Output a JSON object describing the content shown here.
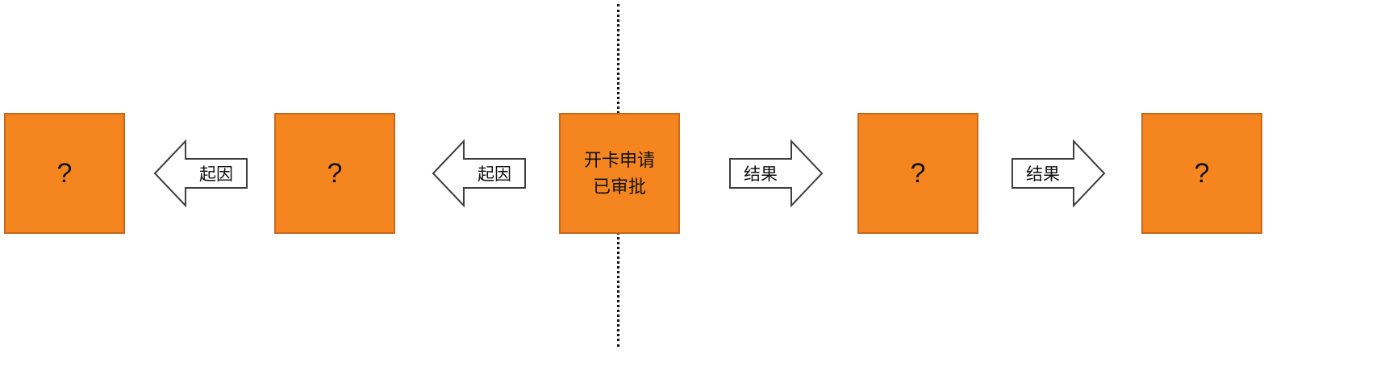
{
  "diagram": {
    "title": "causal-chain-diagram",
    "colors": {
      "node_fill": "#F5861F",
      "node_border": "#C9671A",
      "arrow_fill": "#FFFFFF",
      "arrow_border": "#3F3F3F",
      "divider": "#111111",
      "text": "#111111"
    },
    "nodes": [
      {
        "id": "cause-outer",
        "label": "?"
      },
      {
        "id": "cause-inner",
        "label": "?"
      },
      {
        "id": "central-event",
        "line1": "开卡申请",
        "line2": "已审批"
      },
      {
        "id": "effect-inner",
        "label": "?"
      },
      {
        "id": "effect-outer",
        "label": "?"
      }
    ],
    "arrows": [
      {
        "id": "arrow-cause-outer",
        "label": "起因",
        "direction": "left"
      },
      {
        "id": "arrow-cause-inner",
        "label": "起因",
        "direction": "left"
      },
      {
        "id": "arrow-effect-inner",
        "label": "结果",
        "direction": "right"
      },
      {
        "id": "arrow-effect-outer",
        "label": "结果",
        "direction": "right"
      }
    ]
  }
}
